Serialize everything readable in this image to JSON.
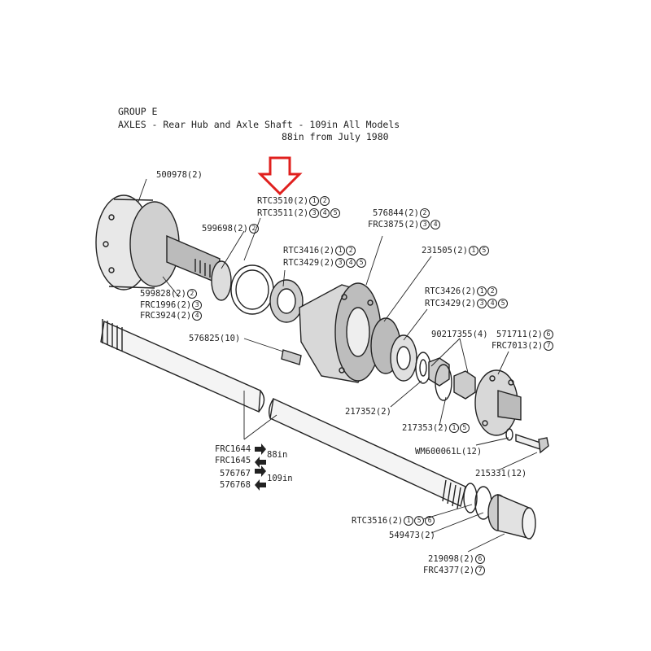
{
  "header": {
    "group": "GROUP E",
    "title_line1": "AXLES - Rear Hub and Axle Shaft - 109in All Models",
    "title_line2": "88in from July 1980"
  },
  "highlight_color": "#e0201e",
  "labels": {
    "p500978": "500978(2)",
    "rtc3510": "RTC3510(2)",
    "rtc3510_c": [
      "1",
      "2"
    ],
    "rtc3511": "RTC3511(2)",
    "rtc3511_c": [
      "3",
      "4",
      "5"
    ],
    "p576844": "576844(2)",
    "p576844_c": [
      "2"
    ],
    "frc3875": "FRC3875(2)",
    "frc3875_c": [
      "3",
      "4"
    ],
    "p599698": "599698(2)",
    "p599698_c": [
      "2"
    ],
    "rtc3416": "RTC3416(2)",
    "rtc3416_c": [
      "1",
      "2"
    ],
    "rtc3429a": "RTC3429(2)",
    "rtc3429a_c": [
      "3",
      "4",
      "5"
    ],
    "p231505": "231505(2)",
    "p231505_c": [
      "1",
      "5"
    ],
    "p599828": "599828(2)",
    "p599828_c": [
      "2"
    ],
    "frc1996": "FRC1996(2)",
    "frc1996_c": [
      "3"
    ],
    "frc3924": "FRC3924(2)",
    "frc3924_c": [
      "4"
    ],
    "rtc3426": "RTC3426(2)",
    "rtc3426_c": [
      "1",
      "2"
    ],
    "rtc3429b": "RTC3429(2)",
    "rtc3429b_c": [
      "3",
      "4",
      "5"
    ],
    "p576825": "576825(10)",
    "p90217355": "90217355(4)",
    "p571711": "571711(2)",
    "p571711_c": [
      "6"
    ],
    "frc7013": "FRC7013(2)",
    "frc7013_c": [
      "7"
    ],
    "p217352": "217352(2)",
    "p217353": "217353(2)",
    "p217353_c": [
      "1",
      "5"
    ],
    "wm600061l": "WM600061L(12)",
    "p215331": "215331(12)",
    "frc1644": "FRC1644",
    "frc1645": "FRC1645",
    "len88": "88in",
    "p576767": "576767",
    "p576768": "576768",
    "len109": "109in",
    "rtc3516": "RTC3516(2)",
    "rtc3516_c": [
      "1",
      "5",
      "6"
    ],
    "p549473": "549473(2)",
    "p219098": "219098(2)",
    "p219098_c": [
      "6"
    ],
    "frc4377": "FRC4377(2)",
    "frc4377_c": [
      "7"
    ]
  }
}
